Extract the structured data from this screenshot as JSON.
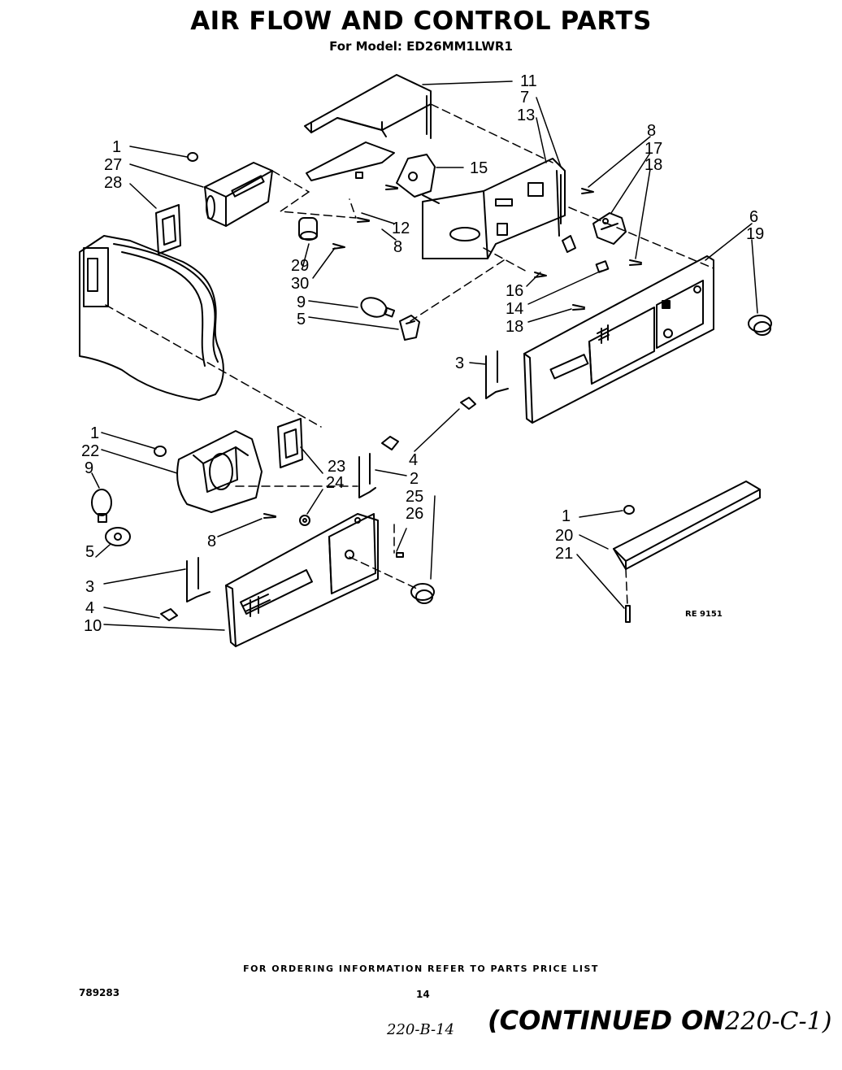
{
  "header": {
    "title": "AIR FLOW AND CONTROL PARTS",
    "model_line": "For Model: ED26MM1LWR1"
  },
  "callouts": [
    {
      "id": "c-11",
      "label": "11"
    },
    {
      "id": "c-7",
      "label": "7"
    },
    {
      "id": "c-13",
      "label": "13"
    },
    {
      "id": "c-8a",
      "label": "8"
    },
    {
      "id": "c-17",
      "label": "17"
    },
    {
      "id": "c-18a",
      "label": "18"
    },
    {
      "id": "c-15",
      "label": "15"
    },
    {
      "id": "c-1a",
      "label": "1"
    },
    {
      "id": "c-27",
      "label": "27"
    },
    {
      "id": "c-28",
      "label": "28"
    },
    {
      "id": "c-12",
      "label": "12"
    },
    {
      "id": "c-8b",
      "label": "8"
    },
    {
      "id": "c-29",
      "label": "29"
    },
    {
      "id": "c-30",
      "label": "30"
    },
    {
      "id": "c-9a",
      "label": "9"
    },
    {
      "id": "c-5a",
      "label": "5"
    },
    {
      "id": "c-16",
      "label": "16"
    },
    {
      "id": "c-14",
      "label": "14"
    },
    {
      "id": "c-18b",
      "label": "18"
    },
    {
      "id": "c-6",
      "label": "6"
    },
    {
      "id": "c-19",
      "label": "19"
    },
    {
      "id": "c-3a",
      "label": "3"
    },
    {
      "id": "c-4a",
      "label": "4"
    },
    {
      "id": "c-2",
      "label": "2"
    },
    {
      "id": "c-1b",
      "label": "1"
    },
    {
      "id": "c-22",
      "label": "22"
    },
    {
      "id": "c-9b",
      "label": "9"
    },
    {
      "id": "c-23",
      "label": "23"
    },
    {
      "id": "c-24",
      "label": "24"
    },
    {
      "id": "c-25",
      "label": "25"
    },
    {
      "id": "c-26",
      "label": "26"
    },
    {
      "id": "c-8c",
      "label": "8"
    },
    {
      "id": "c-5b",
      "label": "5"
    },
    {
      "id": "c-3b",
      "label": "3"
    },
    {
      "id": "c-4b",
      "label": "4"
    },
    {
      "id": "c-10",
      "label": "10"
    },
    {
      "id": "c-1c",
      "label": "1"
    },
    {
      "id": "c-20",
      "label": "20"
    },
    {
      "id": "c-21",
      "label": "21"
    }
  ],
  "drawing_code": "RE 9151",
  "footer": {
    "ordering_note": "FOR ORDERING INFORMATION REFER TO PARTS PRICE LIST",
    "doc_number": "789283",
    "page_number": "14",
    "handwritten_ref": "220-B-14",
    "continued_label": "(CONTINUED ON",
    "continued_ref": "220-C-1)"
  }
}
